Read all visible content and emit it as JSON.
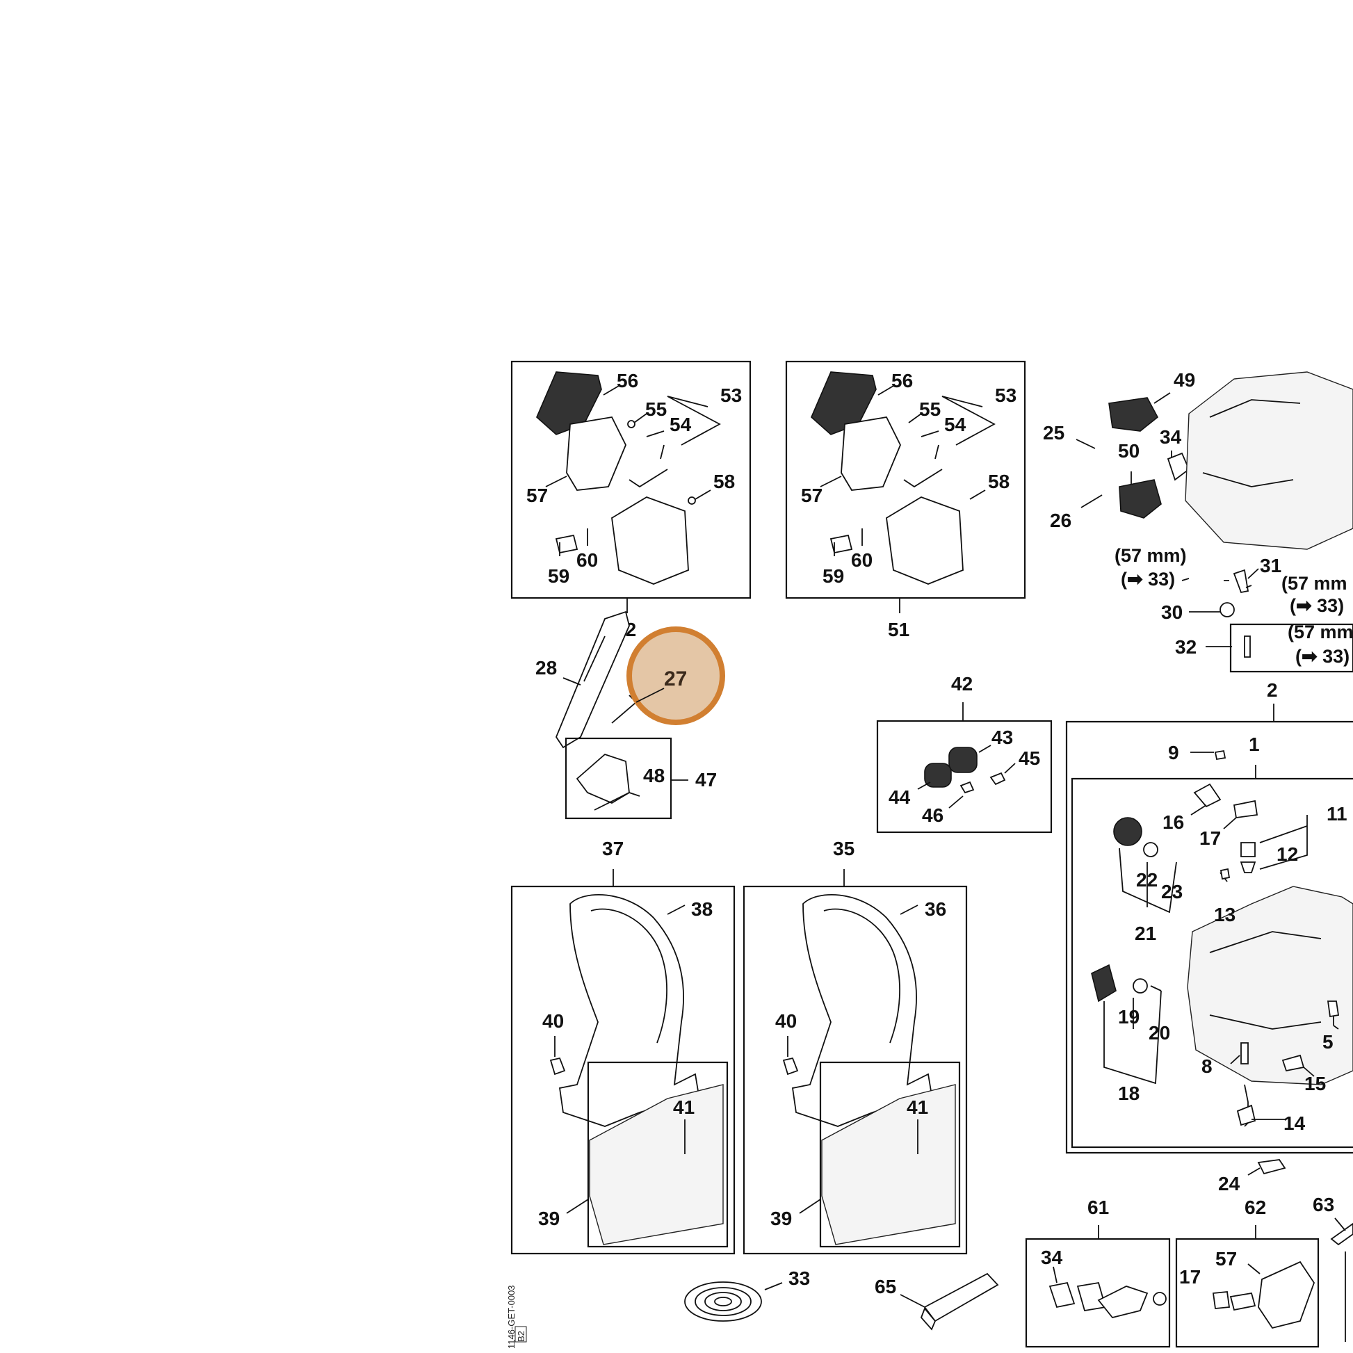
{
  "diagram": {
    "callouts": {
      "box52": [
        "56",
        "55",
        "54",
        "53",
        "58",
        "57",
        "59",
        "60"
      ],
      "box51": [
        "56",
        "55",
        "54",
        "53",
        "58",
        "57",
        "59",
        "60"
      ],
      "box_bottom_right_61": [
        "34"
      ],
      "box_bottom_right_62": [
        "57",
        "17"
      ],
      "group_numbers": [
        "52",
        "51",
        "2",
        "1",
        "42",
        "47",
        "37",
        "35",
        "61",
        "62",
        "63"
      ],
      "parts": [
        "49",
        "25",
        "50",
        "34",
        "26",
        "31",
        "30",
        "32",
        "28",
        "48",
        "43",
        "45",
        "44",
        "46",
        "9",
        "16",
        "17",
        "11",
        "12",
        "22",
        "23",
        "13",
        "21",
        "19",
        "20",
        "5",
        "8",
        "15",
        "18",
        "14",
        "24",
        "38",
        "36",
        "40",
        "41",
        "39",
        "33",
        "65"
      ],
      "highlighted": "27"
    },
    "notes": {
      "n57mm_1": "(57 mm)",
      "n33_1": "(➡ 33)",
      "n57mm_2": "(57 mm",
      "n33_2": "(➡ 33)",
      "n57mm_3": "(57 mm",
      "n33_3": "(➡ 33)"
    },
    "doc_code": "1146-GET-0003",
    "doc_code_box": "B2",
    "colors": {
      "highlight_fill": "#e4c6a6",
      "highlight_stroke": "#d17f31",
      "line": "#111111"
    }
  }
}
